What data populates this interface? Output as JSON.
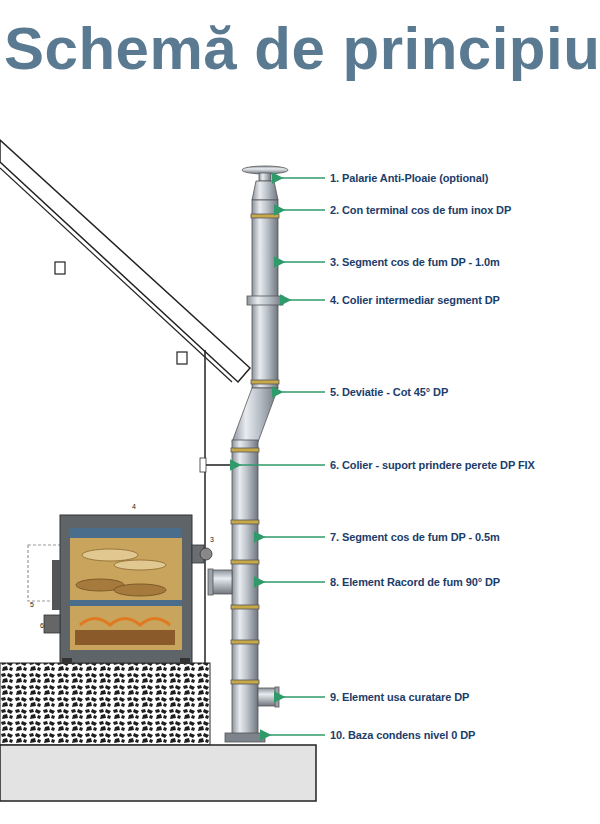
{
  "diagram": {
    "title": "Schemă de principiu",
    "labels": [
      "1. Palarie Anti-Ploaie (optional)",
      "2. Con terminal cos de fum inox DP",
      "3. Segment cos de fum DP - 1.0m",
      "4. Colier intermediar segment DP",
      "5. Deviatie - Cot 45° DP",
      "6. Colier - suport prindere perete DP FIX",
      "7. Segment cos de fum DP - 0.5m",
      "8. Element Racord de fum 90° DP",
      "9. Element usa curatare DP",
      "10. Baza condens nivel 0 DP",
      "4",
      "3",
      "5",
      "6"
    ]
  }
}
